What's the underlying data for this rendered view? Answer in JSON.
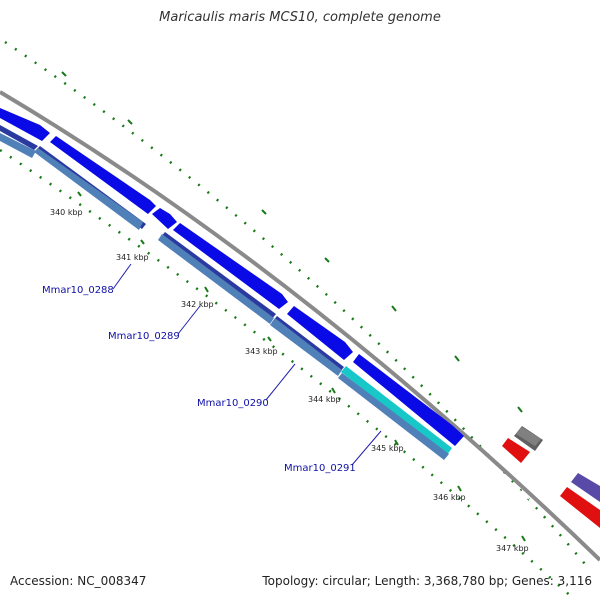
{
  "map": {
    "title": "Maricaulis maris MCS10, complete genome",
    "accession_text": "Accession: NC_008347",
    "topology_text": "Topology: circular; Length: 3,368,780 bp; Genes: 3,116",
    "tick_labels": [
      "340 kbp",
      "341 kbp",
      "342 kbp",
      "343 kbp",
      "344 kbp",
      "345 kbp",
      "346 kbp",
      "347 kbp"
    ],
    "gene_labels": [
      "Mmar10_0288",
      "Mmar10_0289",
      "Mmar10_0290",
      "Mmar10_0291"
    ],
    "colors": {
      "backbone": "#8a8a8a",
      "cds_forward": "#0a0ae6",
      "cds_reverse": "#5080b8",
      "highlight_cds": "#18c8c8",
      "rna": "#e01010",
      "other_feature": "#606060",
      "repeat_feature": "#5a4aa8",
      "gc_dots": "#1a7a1a",
      "gene_label": "#1010a8"
    }
  }
}
